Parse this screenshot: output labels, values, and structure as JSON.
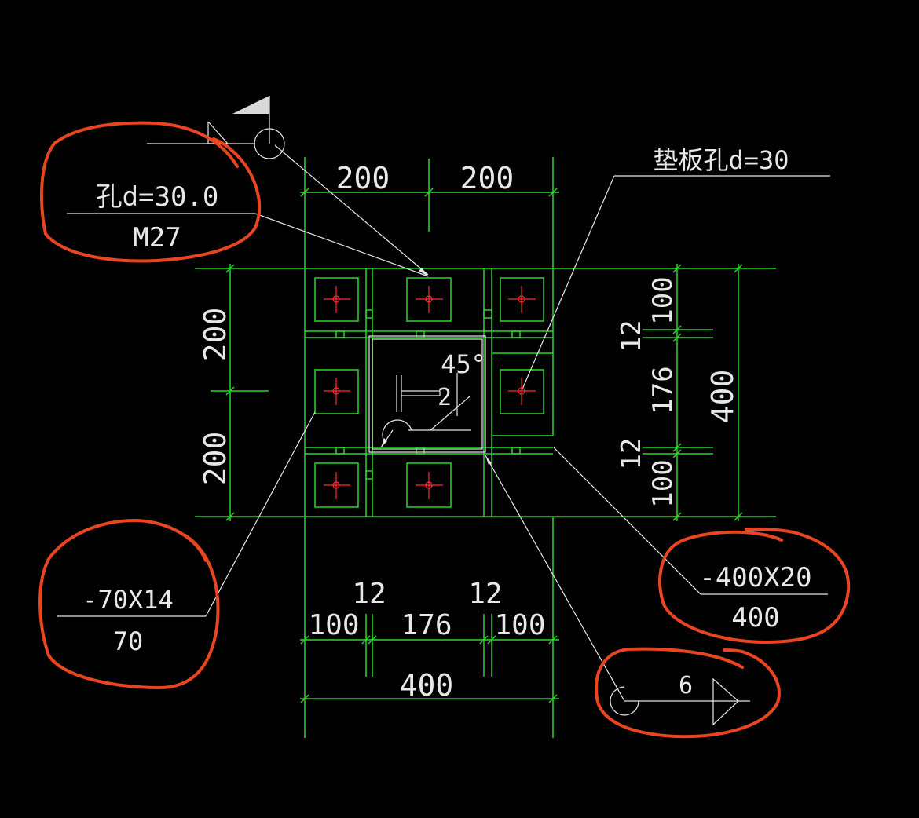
{
  "colors": {
    "background": "#000000",
    "geometry": "#29d829",
    "text": "#e8e8e8",
    "hole_center": "#ff2a2a",
    "markup": "#e84520"
  },
  "dims_top": {
    "left": "200",
    "right": "200"
  },
  "dims_left": {
    "top": "200",
    "bottom": "200"
  },
  "dims_right": {
    "r1": "100",
    "r2": "12",
    "r3": "176",
    "r4": "12",
    "r5": "100",
    "total": "400"
  },
  "dims_bottom": {
    "a": "100",
    "b": "12",
    "c": "176",
    "d": "12",
    "e": "100",
    "total": "400"
  },
  "callout_hole": {
    "top": "孔d=30.0",
    "bottom": "M27"
  },
  "callout_washer": {
    "text": "垫板孔d=30"
  },
  "callout_stiffener": {
    "top": "-70X14",
    "bottom": "70"
  },
  "callout_plate": {
    "top": "-400X20",
    "bottom": "400"
  },
  "weld_symbol": {
    "size": "6"
  },
  "weld_angle": {
    "angle": "45°",
    "size": "2"
  }
}
